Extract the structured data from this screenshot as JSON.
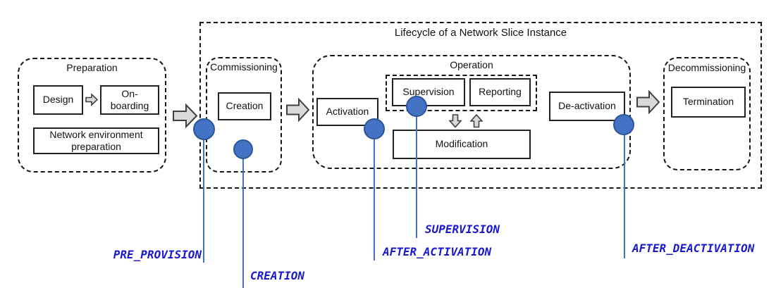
{
  "diagram_title": "Lifecycle of a Network Slice Instance",
  "phases": {
    "preparation": {
      "title": "Preparation",
      "design": "Design",
      "onboarding": "On-\nboarding",
      "network_env": "Network environment preparation"
    },
    "commissioning": {
      "title": "Commissioning",
      "creation": "Creation"
    },
    "operation": {
      "title": "Operation",
      "activation": "Activation",
      "supervision": "Supervision",
      "reporting": "Reporting",
      "modification": "Modification",
      "deactivation": "De-activation"
    },
    "decommissioning": {
      "title": "Decommissioning",
      "termination": "Termination"
    }
  },
  "markers": {
    "pre_provision": "PRE_PROVISION",
    "creation": "CREATION",
    "supervision": "SUPERVISION",
    "after_activation": "AFTER_ACTIVATION",
    "after_deactivation": "AFTER_DEACTIVATION"
  },
  "icons": {
    "flow_arrow": "block-right-arrow",
    "exchange_down": "block-down-arrow",
    "exchange_up": "block-up-arrow"
  },
  "colors": {
    "marker_fill": "#4472C4",
    "marker_border": "#2E5597",
    "marker_label_text": "#1A1ACC",
    "arrow_fill": "#D9D9D9",
    "arrow_outline": "#404040",
    "line_black": "#161616"
  }
}
